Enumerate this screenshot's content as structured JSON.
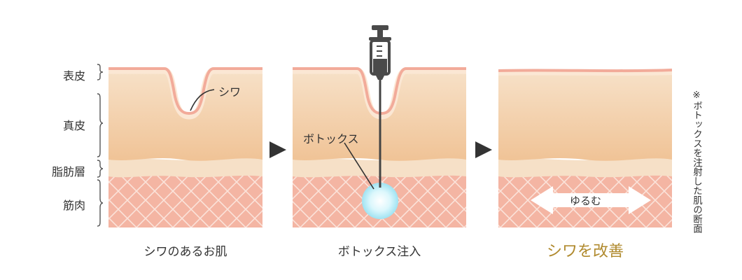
{
  "layers": {
    "epidermis": "表皮",
    "dermis": "真皮",
    "fat": "脂肪層",
    "muscle": "筋肉"
  },
  "panels": [
    {
      "caption": "シワのあるお肌",
      "callout": "シワ"
    },
    {
      "caption": "ボトックス注入",
      "callout": "ボトックス"
    },
    {
      "caption": "シワを改善",
      "callout": "ゆるむ"
    }
  ],
  "note": "※ボトックスを注射した肌の断面",
  "colors": {
    "skin_top": "#f6dcc0",
    "skin_bottom": "#f1c79c",
    "epidermis": "#f2ab9a",
    "fat": "#f6e0c7",
    "muscle": "#f4b5a3",
    "accent_caption": "#b08a2e",
    "arrow": "#333333",
    "syringe": "#4a4a4a",
    "botox_core": "#c9f3fb"
  },
  "icons": [
    "syringe-icon",
    "play-arrow-icon",
    "double-arrow-icon",
    "brace-icon"
  ]
}
